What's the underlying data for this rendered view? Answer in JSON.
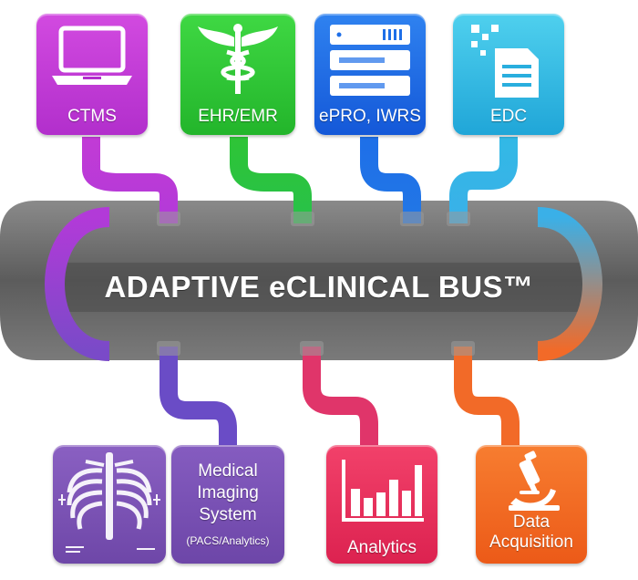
{
  "bus": {
    "title": "ADAPTIVE eCLINICAL BUS™"
  },
  "systems": {
    "ctms": {
      "label": "CTMS",
      "icon": "laptop-icon",
      "color": "#c23bd6"
    },
    "ehr": {
      "label": "EHR/EMR",
      "icon": "caduceus-icon",
      "color": "#2ec436"
    },
    "epro": {
      "label": "ePRO, IWRS",
      "icon": "server-icon",
      "color": "#1e6fe8"
    },
    "edc": {
      "label": "EDC",
      "icon": "document-icon",
      "color": "#32b9e6"
    },
    "imaging": {
      "label_line1": "Medical",
      "label_line2": "Imaging",
      "label_line3": "System",
      "sublabel": "(PACS/Analytics)",
      "icon": "xray-icon",
      "color": "#7a52b3"
    },
    "analytics": {
      "label": "Analytics",
      "icon": "bar-chart-icon",
      "color": "#ee2f5e"
    },
    "daq": {
      "label_line1": "Data",
      "label_line2": "Acquisition",
      "icon": "microscope-icon",
      "color": "#f36a22"
    }
  }
}
